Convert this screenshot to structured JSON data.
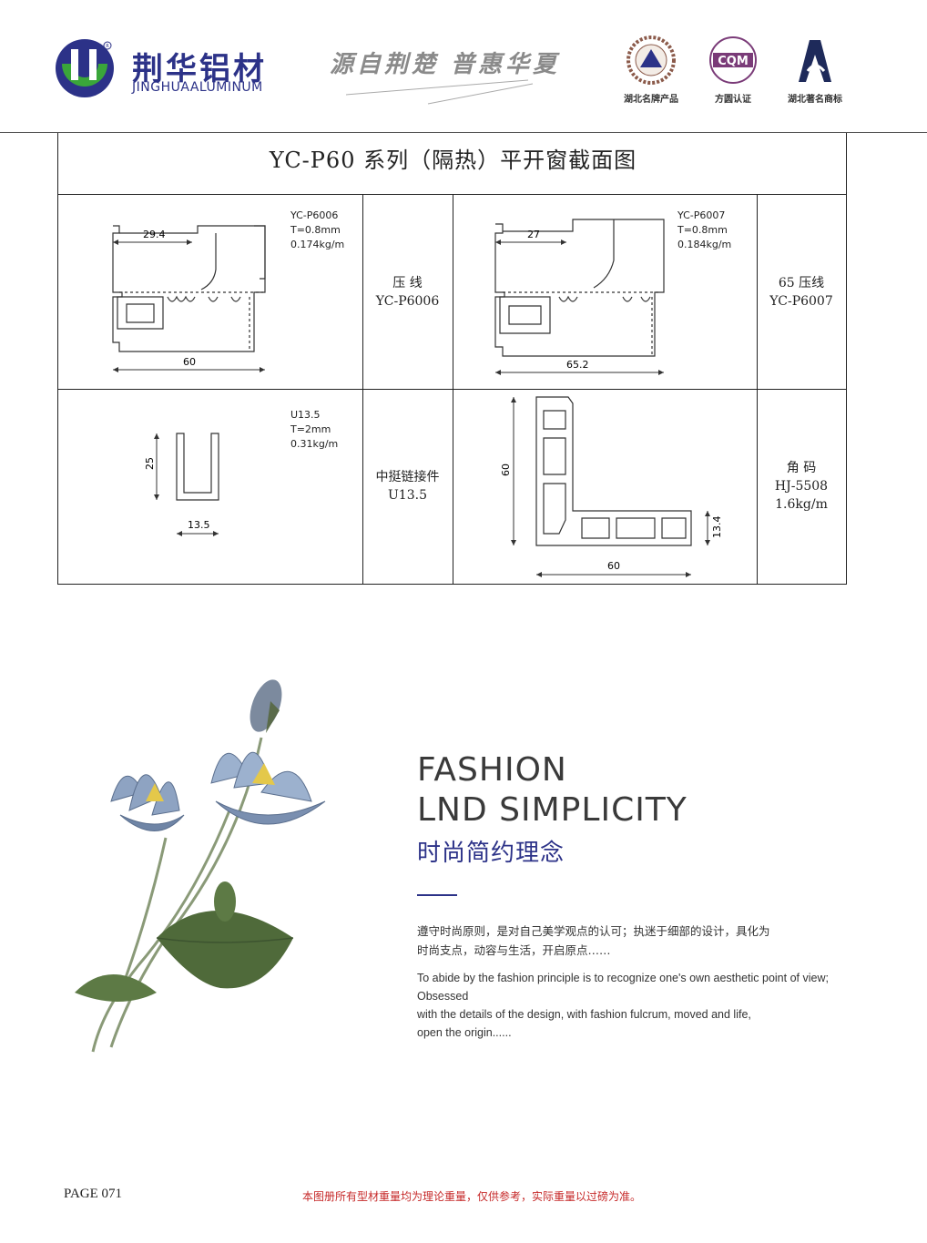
{
  "header": {
    "brand_cn": "荆华铝材",
    "brand_en": "JINGHUAALUMINUM",
    "slogan": "源自荆楚  普惠华夏",
    "certs": [
      {
        "label": "湖北名牌产品",
        "icon": "provincial-brand-seal-icon"
      },
      {
        "label": "方圆认证",
        "icon": "cqm-certification-icon",
        "mark": "CQM"
      },
      {
        "label": "湖北著名商标",
        "icon": "famous-trademark-icon"
      }
    ],
    "colors": {
      "brand_blue": "#2c3288",
      "logo_green": "#3aa63a",
      "red": "#c62828"
    }
  },
  "table": {
    "title": "YC-P60 系列（隔热）平开窗截面图",
    "cells": [
      {
        "spec": [
          "YC-P6006",
          "T=0.8mm",
          "0.174kg/m"
        ],
        "dims": [
          "29.4",
          "60"
        ],
        "label": [
          "压 线",
          "YC-P6006"
        ]
      },
      {
        "spec": [
          "YC-P6007",
          "T=0.8mm",
          "0.184kg/m"
        ],
        "dims": [
          "27",
          "65.2"
        ],
        "label": [
          "65 压线",
          "YC-P6007"
        ]
      },
      {
        "spec": [
          "U13.5",
          "T=2mm",
          "0.31kg/m"
        ],
        "dims": [
          "25",
          "13.5"
        ],
        "label": [
          "中挺链接件",
          "U13.5"
        ]
      },
      {
        "spec": [],
        "dims": [
          "60",
          "13.4",
          "60"
        ],
        "label": [
          "角 码",
          "HJ-5508",
          "1.6kg/m"
        ]
      }
    ]
  },
  "feature": {
    "headline_en": [
      "FASHION",
      "LND SIMPLICITY"
    ],
    "headline_cn": "时尚简约理念",
    "body_cn": [
      "遵守时尚原则，是对自己美学观点的认可；执迷于细部的设计，具化为",
      "时尚支点，动容与生活，开启原点……"
    ],
    "body_en": [
      "To abide by the fashion principle is to recognize one's own aesthetic point of view; Obsessed",
      "with the details of the design, with fashion fulcrum, moved and life,",
      "open the origin......"
    ]
  },
  "footer": {
    "page": "PAGE 071",
    "disclaimer": "本图册所有型材重量均为理论重量，仅供参考，实际重量以过磅为准。"
  }
}
